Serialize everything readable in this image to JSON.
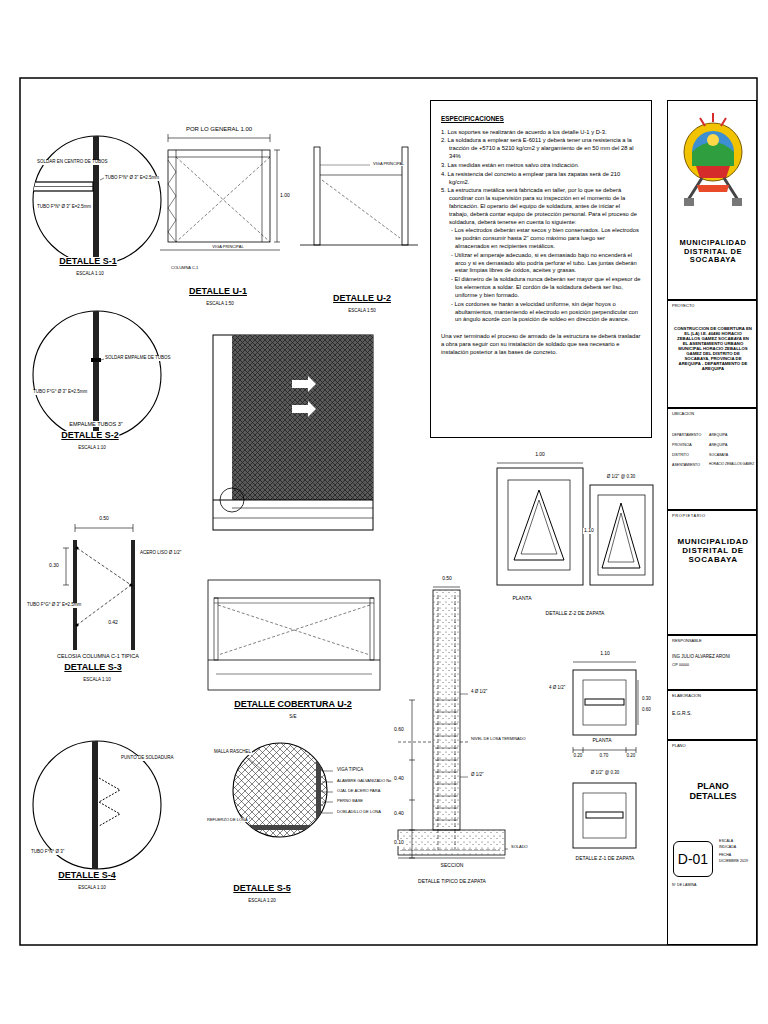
{
  "diagram": {
    "nodes": [
      {
        "text": [
          "ESPECIFICACIONES",
          "1. Los soportes se realizarán de acuerdo a los detalle U-1 y D-3.",
          "2. La soldadura a emplear será E-6011 y deberá tener una resistencia a la tracción de +5710 a 5210 kg/cm2 y alargamiento de en 50 mm del 28 al 34%",
          "3. Las medidas están en metros salvo otra indicación.",
          "4. La resistencia del concreto a emplear para las zapatas será de 210 kg/cm2.",
          "5. La estructura metálica será fabricada en taller, por lo que se deberá coordinar con la supervisión para su inspección en el momento de la fabricación. El operario del equipo de soldadura, antes de iniciar el trabajo, deberá contar equipo de protección personal. Para el proceso de soldadura, deberá tenerse en cuenta lo siguiente:",
          "- Los electrodos deberán estar secos y bien conservados. Los electrodos se podrán consumir hasta 2\" como máximo para luego ser almacenados en recipientes metálicos.",
          "- Utilizar el amperaje adecuado, si es demasiado bajo no encenderá el arco y si es demasiado alto podría perforar el tubo. Las juntas deberán estar limpias libres de óxidos, aceites y grasas.",
          "- El diámetro de la soldadura nunca deberán ser mayor que el espesor de los elementos a soldar. El cordón de la soldadura deberá ser liso, uniforme y bien formado.",
          "- Los cordones se harán a velocidad uniforme, sin dejar hoyos o abultamientos, manteniendo el electrodo en posición perpendicular con un ángulo acorde con la posición de soldeo en dirección de avance.",
          "Una vez terminado el proceso de armado de la estructura se deberá trasladar a obra para seguir con su instalación de soldado que sea necesario e instalación posterior a las bases de concreto."
        ]
      },
      {
        "text": [
          "MUNICIPALIDAD DISTRITAL DE SOCABAYA"
        ]
      },
      {
        "text": [
          "PROYECTO",
          "CONSTRUCCION DE COBERTURA EN EL (LA) I.E. 40480 HORACIO ZEBALLOS GAMEZ SOCABAYA EN EL ASENTAMIENTO URBANO MUNICIPAL HORACIO ZEBALLOS GAMEZ DEL DISTRITO DE SOCABAYA, PROVINCIA DE AREQUIPA - DEPARTAMENTO DE AREQUIPA"
        ]
      },
      {
        "text": [
          "UBICACION",
          "DEPARTAMENTO",
          "AREQUIPA",
          "PROVINCIA",
          "AREQUIPA",
          "DISTRITO",
          "SOCABAYA",
          "ASENTAMIENTO",
          "HORACIO ZEBALLOS GAMEZ"
        ]
      },
      {
        "text": [
          "PROPIETARIO",
          "MUNICIPALIDAD DISTRITAL DE SOCABAYA"
        ]
      },
      {
        "text": [
          "RESPONSABLE",
          "ING JULIO ALVAREZ ARONI",
          "CIP 00000"
        ]
      },
      {
        "text": [
          "ELABORACION",
          "E.G.R.S."
        ]
      },
      {
        "text": [
          "PLANO",
          "PLANO DETALLES",
          "ESCALA",
          "INDICADA",
          "FECHA",
          "DICIEMBRE 2019",
          "N° DE LAMINA"
        ]
      },
      {
        "text": [
          "D-01"
        ],
        "in": 7
      }
    ],
    "labels": [
      "SOLDAR EN CENTRO DE TUBOS",
      "TUBO F°N° Ø 3\" E=2.5mm",
      "TUBO F°N° Ø 3\" E=2.5mm",
      "DETALLE S-1",
      "ESCALA 1:10",
      "POR LO GENERAL 1.00",
      "1.00",
      "VIGA PRINCIPAL",
      "COLUMNA C-1",
      "DETALLE U-1",
      "ESCALA 1:50",
      "VIGA PRINCIPAL",
      "DETALLE U-2",
      "ESCALA 1:50",
      "SOLDAR EMPALME DE TUBOS",
      "TUBO F°G° Ø 3\" E=2.5mm",
      "EMPALME TUBOS 3\"",
      "DETALLE S-2",
      "ESCALA 1:10",
      "0.50",
      "ACERO LISO Ø 1/2\"",
      "0.30",
      "TUBO F°G° Ø 3\" E=2.5mm",
      "0.42",
      "CELOSIA COLUMNA C-1 TIPICA",
      "DETALLE S-3",
      "ESCALA 1:10",
      "DETALLE COBERTURA U-2",
      "S/E",
      "PUNTO DE SOLDADURA",
      "TUBO F°N° Ø 3\"",
      "DETALLE S-4",
      "ESCALA 1:10",
      "MALLA RASCHEL",
      "VIGA TIPICA",
      "ALAMBRE GALVANIZADO No 16",
      "OJAL DE ACERO PARA",
      "PERNO BASE",
      "DOBLADILLO DE LONA",
      "REFUERZO DE LONA",
      "DETALLE S-5",
      "ESCALA 1:20",
      "0.50",
      "0.60",
      "0.40",
      "0.40",
      "0.10",
      "4 Ø 1/2\"",
      "NIVEL DE LOSA TERMINADO",
      "Ø 1/2\"",
      "SOLADO",
      "SECCION",
      "DETALLE TIPICO DE ZAPATA",
      "1.00",
      "Ø 1/2\" @ 0.30",
      "1.10",
      "PLANTA",
      "DETALLE Z-2 DE ZAPATA",
      "1.10",
      "4 Ø 1/2\"",
      "0.30",
      "0.60",
      "PLANTA",
      "0.20",
      "0.70",
      "0.20",
      "Ø 1/2\" @ 0.30",
      "DETALLE Z-1 DE ZAPATA"
    ]
  }
}
